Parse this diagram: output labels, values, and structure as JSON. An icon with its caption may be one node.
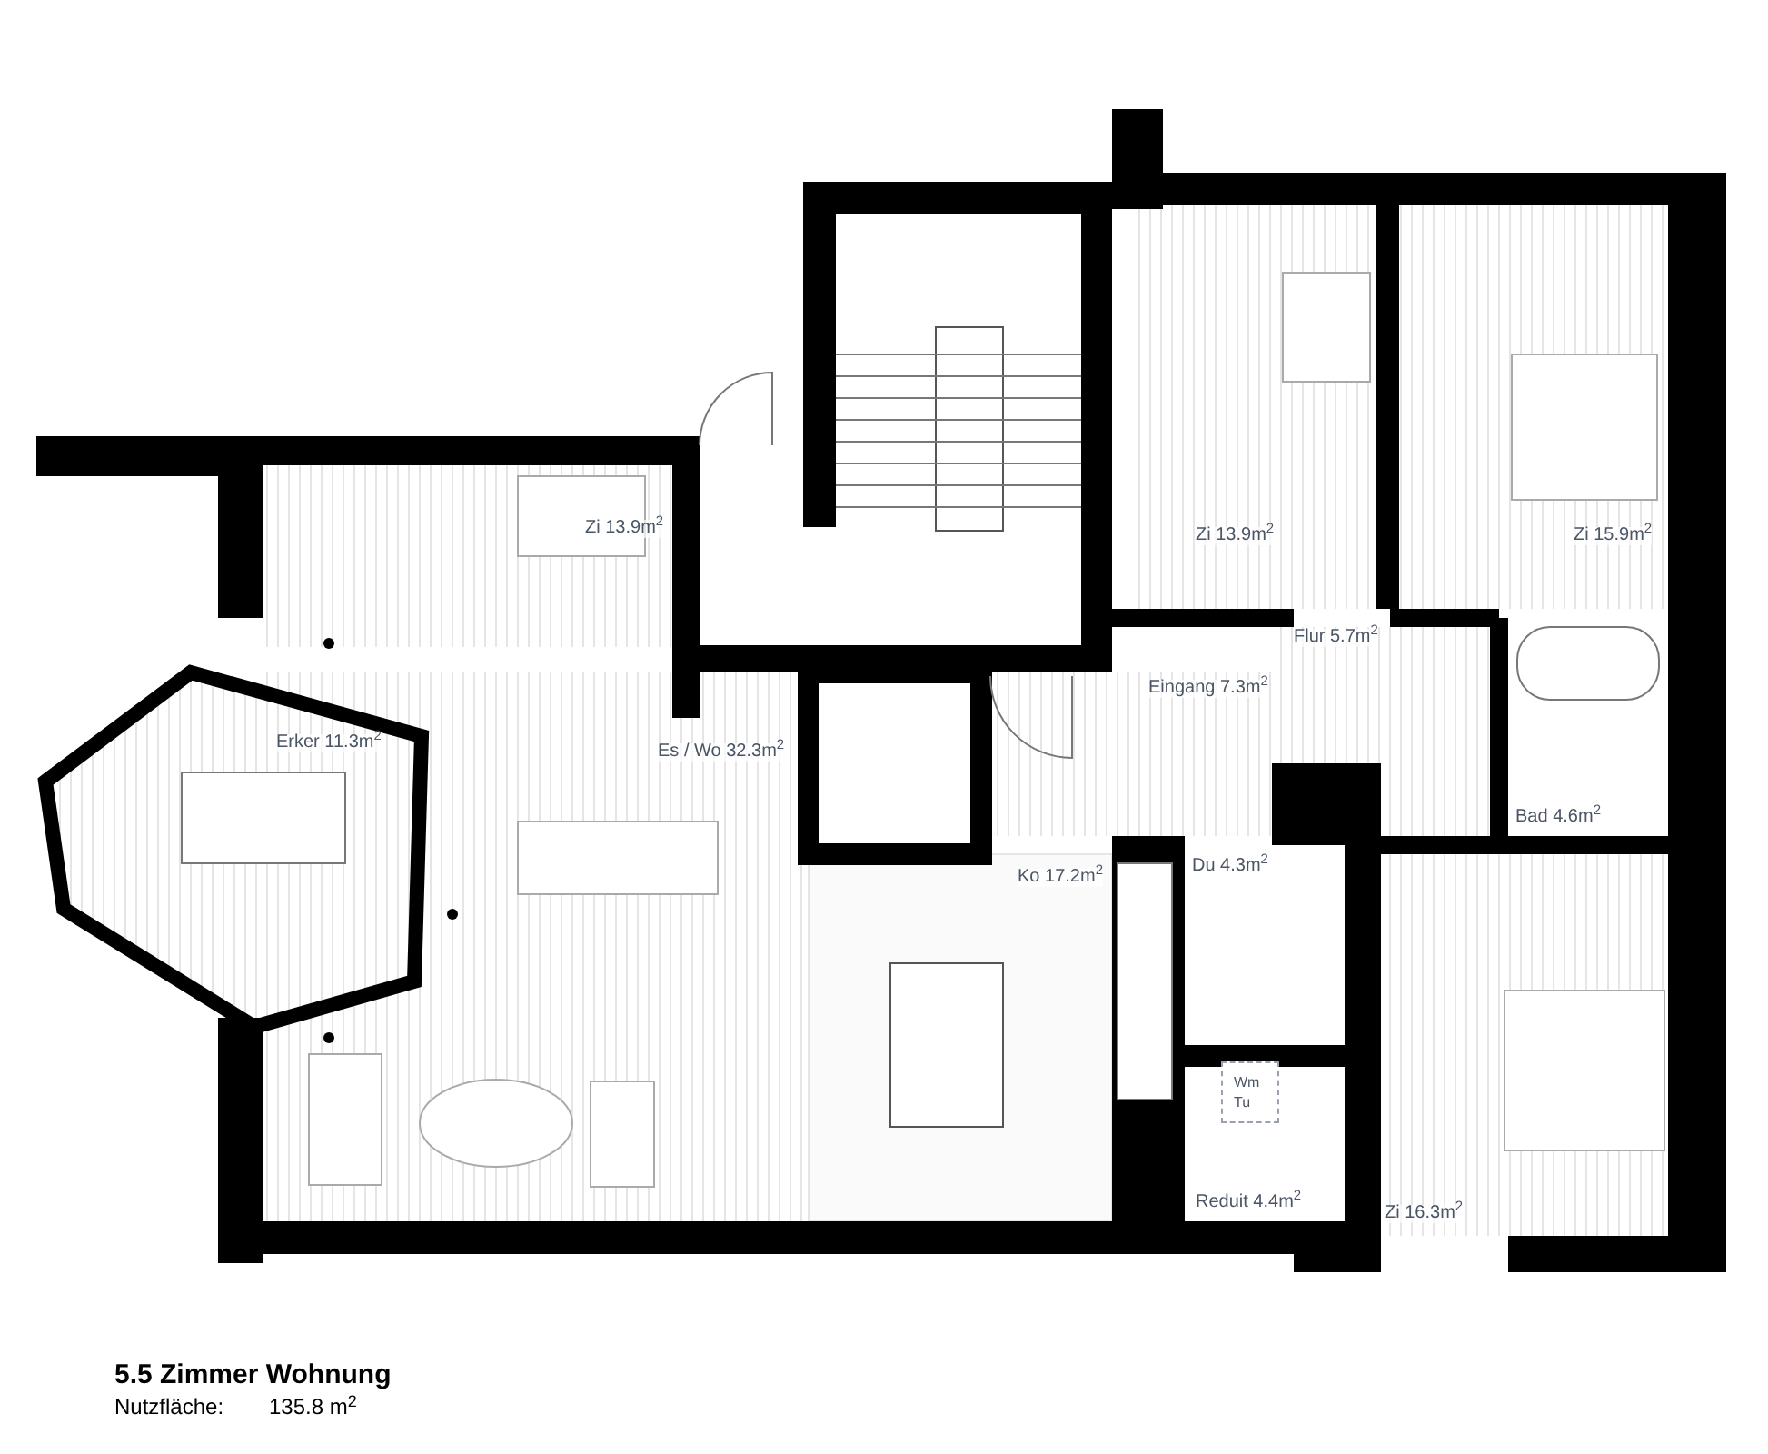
{
  "diagram": {
    "title": "5.5 Zimmer Wohnung",
    "nodes": [
      {
        "text": [
          "Wm Tu"
        ]
      }
    ],
    "labels": [
      "Zi 13.9m$^{2}$",
      "Zi 15.9m$^{2}$",
      "Zi 13.9m$^{2}$",
      "Flur 5.7m$^{2}$",
      "Eingang 7.3m$^{2}$",
      "Erker 11.3m$^{2}$",
      "Es / Wo 32.3m$^{2}$",
      "Bad 4.6m$^{2}$",
      "Ko 17.2m$^{2}$",
      "Du 4.3m$^{2}$",
      "Reduit 4.4m$^{2}$",
      "Zi 16.3m$^{2}$",
      "Nutzfläche:",
      "135.8 m$^{2}$"
    ]
  }
}
